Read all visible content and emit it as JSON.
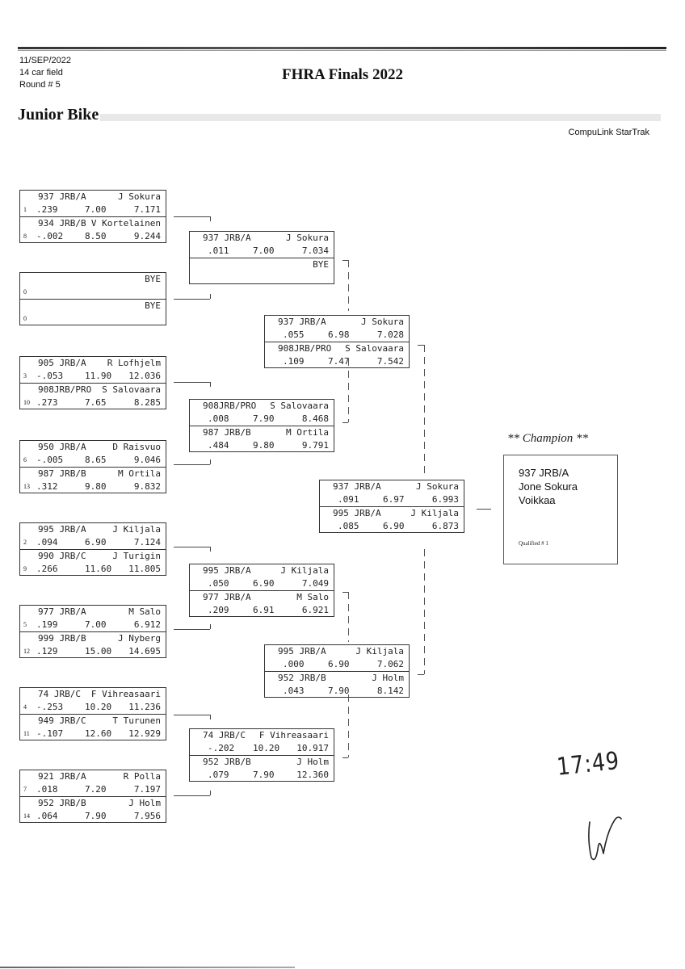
{
  "header": {
    "date": "11/SEP/2022",
    "field": "14 car field",
    "round": "Round # 5",
    "title": "FHRA Finals 2022",
    "class_name": "Junior Bike",
    "software": "CompuLink StarTrak"
  },
  "round1": [
    {
      "entries": [
        {
          "seed": "1",
          "car": "937 JRB/A",
          "name": "J Sokura",
          "rt": ".239",
          "dial": "7.00",
          "et": "7.171"
        },
        {
          "seed": "8",
          "car": "934 JRB/B",
          "name": "V Kortelainen",
          "rt": "-.002",
          "dial": "8.50",
          "et": "9.244"
        }
      ]
    },
    {
      "entries": [
        {
          "seed": "0",
          "car": "",
          "name": "BYE",
          "rt": "",
          "dial": "",
          "et": ""
        },
        {
          "seed": "0",
          "car": "",
          "name": "BYE",
          "rt": "",
          "dial": "",
          "et": ""
        }
      ]
    },
    {
      "entries": [
        {
          "seed": "3",
          "car": "905 JRB/A",
          "name": "R Lofhjelm",
          "rt": "-.053",
          "dial": "11.90",
          "et": "12.036"
        },
        {
          "seed": "10",
          "car": "908JRB/PRO",
          "name": "S Salovaara",
          "rt": ".273",
          "dial": "7.65",
          "et": "8.285"
        }
      ]
    },
    {
      "entries": [
        {
          "seed": "6",
          "car": "950 JRB/A",
          "name": "D Raisvuo",
          "rt": "-.005",
          "dial": "8.65",
          "et": "9.046"
        },
        {
          "seed": "13",
          "car": "987 JRB/B",
          "name": "M Ortila",
          "rt": ".312",
          "dial": "9.80",
          "et": "9.832"
        }
      ]
    },
    {
      "entries": [
        {
          "seed": "2",
          "car": "995 JRB/A",
          "name": "J Kiljala",
          "rt": ".094",
          "dial": "6.90",
          "et": "7.124"
        },
        {
          "seed": "9",
          "car": "990 JRB/C",
          "name": "J Turigin",
          "rt": ".266",
          "dial": "11.60",
          "et": "11.805"
        }
      ]
    },
    {
      "entries": [
        {
          "seed": "5",
          "car": "977 JRB/A",
          "name": "M Salo",
          "rt": ".199",
          "dial": "7.00",
          "et": "6.912"
        },
        {
          "seed": "12",
          "car": "999 JRB/B",
          "name": "J Nyberg",
          "rt": ".129",
          "dial": "15.00",
          "et": "14.695"
        }
      ]
    },
    {
      "entries": [
        {
          "seed": "4",
          "car": "74 JRB/C",
          "name": "F Vihreasaari",
          "rt": "-.253",
          "dial": "10.20",
          "et": "11.236"
        },
        {
          "seed": "11",
          "car": "949 JRB/C",
          "name": "T Turunen",
          "rt": "-.107",
          "dial": "12.60",
          "et": "12.929"
        }
      ]
    },
    {
      "entries": [
        {
          "seed": "7",
          "car": "921 JRB/A",
          "name": "R Polla",
          "rt": ".018",
          "dial": "7.20",
          "et": "7.197"
        },
        {
          "seed": "14",
          "car": "952 JRB/B",
          "name": "J Holm",
          "rt": ".064",
          "dial": "7.90",
          "et": "7.956"
        }
      ]
    }
  ],
  "round2": [
    {
      "entries": [
        {
          "car": "937 JRB/A",
          "name": "J Sokura",
          "rt": ".011",
          "dial": "7.00",
          "et": "7.034"
        },
        {
          "car": "",
          "name": "BYE",
          "rt": "",
          "dial": "",
          "et": ""
        }
      ]
    },
    {
      "entries": [
        {
          "car": "908JRB/PRO",
          "name": "S Salovaara",
          "rt": ".008",
          "dial": "7.90",
          "et": "8.468"
        },
        {
          "car": "987 JRB/B",
          "name": "M Ortila",
          "rt": ".484",
          "dial": "9.80",
          "et": "9.791"
        }
      ]
    },
    {
      "entries": [
        {
          "car": "995 JRB/A",
          "name": "J Kiljala",
          "rt": ".050",
          "dial": "6.90",
          "et": "7.049"
        },
        {
          "car": "977 JRB/A",
          "name": "M Salo",
          "rt": ".209",
          "dial": "6.91",
          "et": "6.921"
        }
      ]
    },
    {
      "entries": [
        {
          "car": "74 JRB/C",
          "name": "F Vihreasaari",
          "rt": "-.202",
          "dial": "10.20",
          "et": "10.917"
        },
        {
          "car": "952 JRB/B",
          "name": "J Holm",
          "rt": ".079",
          "dial": "7.90",
          "et": "12.360"
        }
      ]
    }
  ],
  "semifinals": [
    {
      "entries": [
        {
          "car": "937 JRB/A",
          "name": "J Sokura",
          "rt": ".055",
          "dial": "6.98",
          "et": "7.028"
        },
        {
          "car": "908JRB/PRO",
          "name": "S Salovaara",
          "rt": ".109",
          "dial": "7.47",
          "et": "7.542"
        }
      ]
    },
    {
      "entries": [
        {
          "car": "995 JRB/A",
          "name": "J Kiljala",
          "rt": ".000",
          "dial": "6.90",
          "et": "7.062"
        },
        {
          "car": "952 JRB/B",
          "name": "J Holm",
          "rt": ".043",
          "dial": "7.90",
          "et": "8.142"
        }
      ]
    }
  ],
  "final": [
    {
      "entries": [
        {
          "car": "937 JRB/A",
          "name": "J Sokura",
          "rt": ".091",
          "dial": "6.97",
          "et": "6.993"
        },
        {
          "car": "995 JRB/A",
          "name": "J Kiljala",
          "rt": ".085",
          "dial": "6.90",
          "et": "6.873"
        }
      ]
    }
  ],
  "champion": {
    "heading": "** Champion **",
    "car": "937  JRB/A",
    "name": "Jone Sokura",
    "hometown": "Voikkaa",
    "qualified": "Qualified # 1"
  },
  "handwriting": {
    "time": "17:49"
  }
}
